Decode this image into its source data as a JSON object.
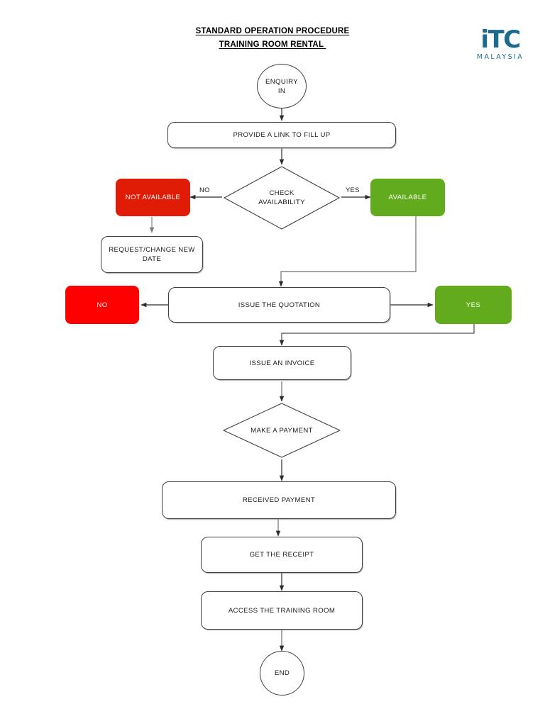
{
  "document": {
    "title_line_1": "STANDARD OPERATION PROCEDURE",
    "title_line_2": "TRAINING ROOM RENTAL "
  },
  "logo": {
    "mark": "iTC",
    "subtitle": "MALAYSIA",
    "color": "#1d6b8c"
  },
  "colors": {
    "red_dark": "#e01b06",
    "red_bright": "#fe0000",
    "green": "#62ab1d",
    "stroke": "#3f3f3f",
    "text": "#1a1a1a"
  },
  "flowchart": {
    "type": "flowchart",
    "nodes": [
      {
        "id": "start",
        "shape": "terminator",
        "label": "ENQUIRY IN"
      },
      {
        "id": "provide_link",
        "shape": "process",
        "label": "PROVIDE A LINK TO FILL UP"
      },
      {
        "id": "check_avail",
        "shape": "decision",
        "label_line_1": "CHECK",
        "label_line_2": "AVAILABILITY"
      },
      {
        "id": "not_available",
        "shape": "chip",
        "label": "NOT AVAILABLE",
        "fill": "red_dark"
      },
      {
        "id": "available",
        "shape": "chip",
        "label": "AVAILABLE",
        "fill": "green"
      },
      {
        "id": "request_date",
        "shape": "process",
        "label_line_1": "REQUEST/CHANGE NEW",
        "label_line_2": "DATE"
      },
      {
        "id": "quotation",
        "shape": "process",
        "label": "ISSUE THE QUOTATION"
      },
      {
        "id": "quote_no",
        "shape": "chip",
        "label": "NO",
        "fill": "red_bright"
      },
      {
        "id": "quote_yes",
        "shape": "chip",
        "label": "YES",
        "fill": "green"
      },
      {
        "id": "invoice",
        "shape": "process",
        "label": "ISSUE AN INVOICE"
      },
      {
        "id": "make_payment",
        "shape": "decision",
        "label_line_1": "MAKE A PAYMENT"
      },
      {
        "id": "received",
        "shape": "process",
        "label": "RECEIVED PAYMENT"
      },
      {
        "id": "receipt",
        "shape": "process",
        "label": "GET THE RECEIPT"
      },
      {
        "id": "access_room",
        "shape": "process",
        "label": "ACCESS THE TRAINING ROOM"
      },
      {
        "id": "end",
        "shape": "terminator",
        "label": "END"
      }
    ],
    "edge_labels": {
      "check_no": "NO",
      "check_yes": "YES"
    }
  }
}
